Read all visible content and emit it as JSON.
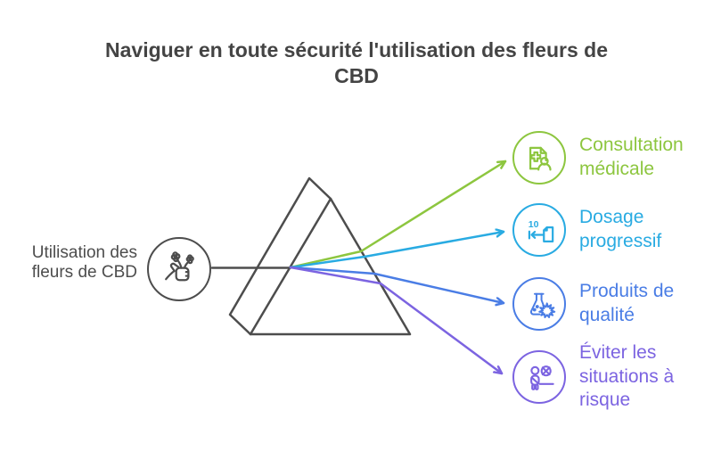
{
  "title": "Naviguer en toute sécurité l'utilisation des fleurs de CBD",
  "palette": {
    "gray": "#4D4D4D",
    "green": "#8DC63F",
    "cyan": "#29ABE2",
    "blue": "#4A7DE5",
    "purple": "#7C64E1"
  },
  "source": {
    "label": "Utilisation des fleurs de CBD",
    "icon": "hand-holding-cbd-flowers-icon"
  },
  "prism": {
    "shape": "triangular-prism"
  },
  "outcomes": [
    {
      "label": "Consultation médicale",
      "color": "#8DC63F",
      "icon": "medical-record-person-icon"
    },
    {
      "label": "Dosage progressif",
      "color": "#29ABE2",
      "icon": "dosage-reduction-icon",
      "icon_number": "10"
    },
    {
      "label": "Produits de qualité",
      "color": "#4A7DE5",
      "icon": "lab-flask-cannabis-leaf-icon"
    },
    {
      "label": "Éviter les situations à risque",
      "color": "#7C64E1",
      "icon": "avoid-risky-situation-icon"
    }
  ]
}
